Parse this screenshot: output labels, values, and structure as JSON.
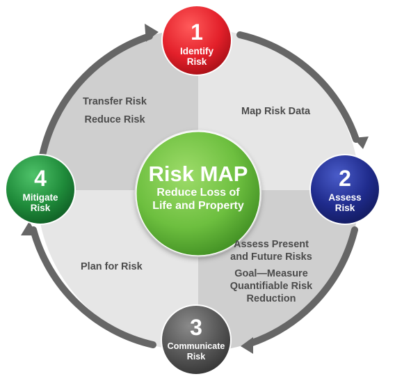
{
  "hub": {
    "title": "Risk MAP",
    "subtitle": "Reduce Loss of\nLife and Property"
  },
  "steps": [
    {
      "number": "1",
      "label": "Identify\nRisk",
      "color": "#e3202a"
    },
    {
      "number": "2",
      "label": "Assess\nRisk",
      "color": "#1f2b8c"
    },
    {
      "number": "3",
      "label": "Communicate\nRisk",
      "color": "#555555"
    },
    {
      "number": "4",
      "label": "Mitigate\nRisk",
      "color": "#1f8b3a"
    }
  ],
  "quadrants": {
    "top_left": [
      "Transfer Risk",
      "Reduce Risk"
    ],
    "top_right": [
      "Map Risk Data"
    ],
    "bottom_left": [
      "Plan for Risk"
    ],
    "bottom_right": [
      "Assess Present",
      "and Future Risks",
      "Goal—Measure",
      "Quantifiable Risk",
      "Reduction"
    ]
  },
  "colors": {
    "ring": "#666666",
    "quadrant_dark": "#cfcfcf",
    "quadrant_light": "#e6e6e6",
    "hub": "#6dbf3f"
  }
}
